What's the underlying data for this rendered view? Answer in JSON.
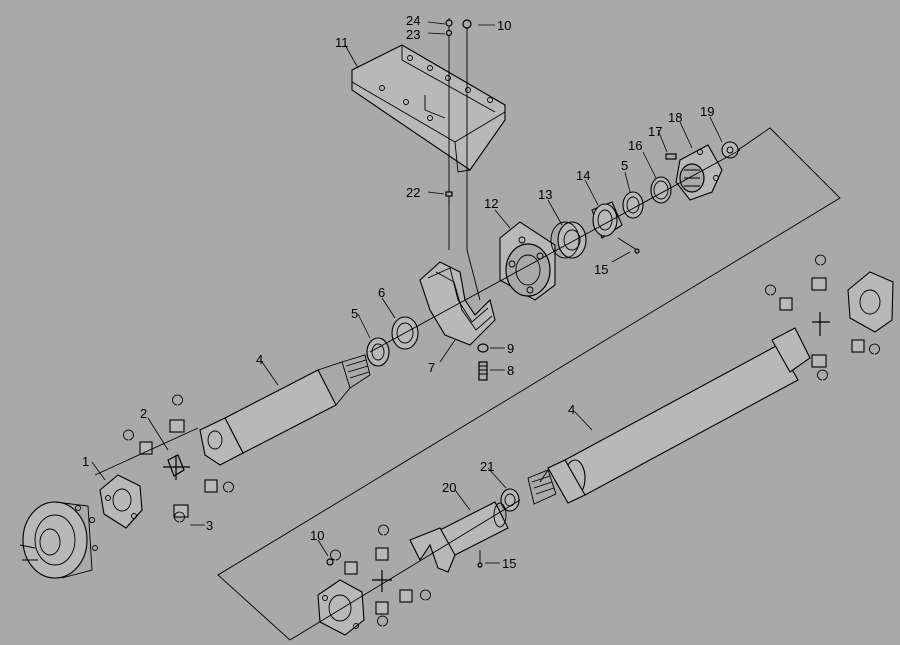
{
  "diagram": {
    "labels": {
      "l24": "24",
      "l10top": "10",
      "l23": "23",
      "l11": "11",
      "l22": "22",
      "l12": "12",
      "l13": "13",
      "l14": "14",
      "l5top": "5",
      "l16": "16",
      "l17": "17",
      "l18": "18",
      "l19": "19",
      "l15top": "15",
      "l6": "6",
      "l5mid": "5",
      "l9": "9",
      "l7": "7",
      "l8": "8",
      "l4left": "4",
      "l2": "2",
      "l1": "1",
      "l3": "3",
      "l4right": "4",
      "l21": "21",
      "l20": "20",
      "l10bot": "10",
      "l15bot": "15"
    }
  }
}
